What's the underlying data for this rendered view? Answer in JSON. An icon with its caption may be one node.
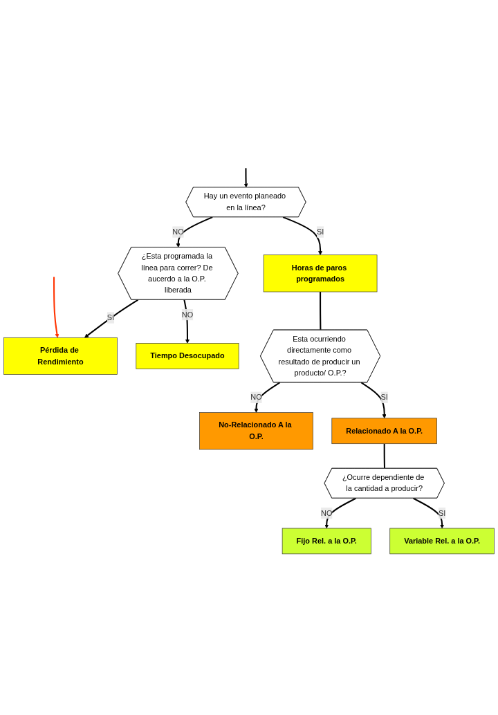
{
  "diagram": {
    "nodes": [
      {
        "text": [
          "Hay un evento planeado en la línea?"
        ]
      },
      {
        "text": [
          "¿Esta programada la línea para correr? De aucerdo a la O.P. liberada"
        ]
      },
      {
        "text": [
          "Pérdida de Rendimiento"
        ]
      },
      {
        "text": [
          "Horas de paros programados"
        ]
      },
      {
        "text": [
          "Tiempo Desocupado"
        ]
      },
      {
        "text": [
          "Esta ocurriendo directamente como resultado de producir un producto/ O.P.?"
        ]
      },
      {
        "text": [
          "No-Relacionado A la O.P."
        ]
      },
      {
        "text": [
          "Relacionado A la O.P."
        ]
      },
      {
        "text": [
          "¿Ocurre dependiente de la cantidad a producir?"
        ]
      },
      {
        "text": [
          "Fijo Rel. a la O.P."
        ]
      },
      {
        "text": [
          "Variable Rel. a la O.P."
        ]
      }
    ],
    "edges": [
      {
        "from": null,
        "to": 0,
        "arrow": "to"
      },
      {
        "from": 0,
        "to": 1,
        "label": "NO",
        "arrow": "to"
      },
      {
        "from": 1,
        "to": 2,
        "label": "SI",
        "arrow": "to"
      },
      {
        "from": 0,
        "to": 3,
        "label": "SI",
        "arrow": "to"
      },
      {
        "from": 1,
        "to": 4,
        "label": "NO",
        "arrow": "to"
      },
      {
        "from": 3,
        "to": 5,
        "arrow": "none"
      },
      {
        "from": 5,
        "to": 6,
        "label": "NO",
        "arrow": "to"
      },
      {
        "from": 5,
        "to": 7,
        "label": "SI",
        "arrow": "to"
      },
      {
        "from": 7,
        "to": 8,
        "arrow": "none"
      },
      {
        "from": 8,
        "to": 9,
        "label": "NO",
        "arrow": "to"
      },
      {
        "from": 8,
        "to": 10,
        "label": "SI",
        "arrow": "to"
      },
      {
        "from": null,
        "to": 2,
        "arrow": "to",
        "color": "#ff3300"
      }
    ]
  }
}
